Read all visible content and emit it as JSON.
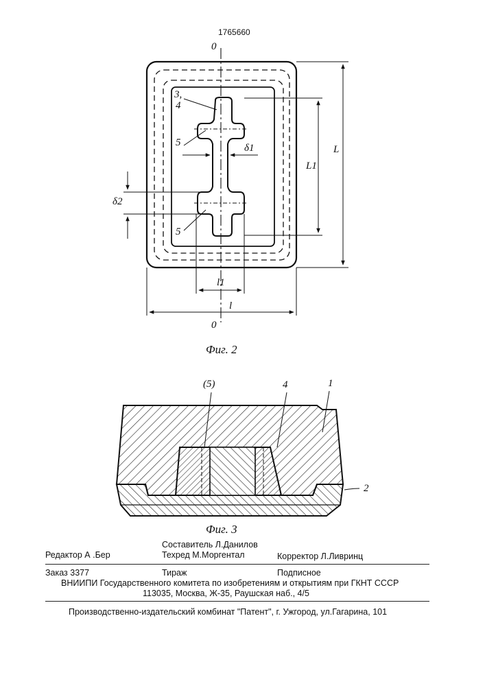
{
  "document": {
    "number": "1765660"
  },
  "fig2": {
    "caption": "Фиг. 2",
    "axis_top": "0",
    "axis_bottom": "0",
    "labels": {
      "parts_3_4": "3,",
      "parts_3_4b": "4",
      "part5_upper": "5",
      "part5_lower": "5",
      "delta1": "δ1",
      "delta2": "δ2",
      "L1": "L1",
      "L": "L",
      "l1": "l1",
      "l": "l"
    }
  },
  "fig3": {
    "caption": "Фиг. 3",
    "labels": {
      "p5": "(5)",
      "p4": "4",
      "p1": "1",
      "p2": "2"
    }
  },
  "imprint": {
    "editor": "Редактор  А .Бер",
    "compiler": "Составитель  Л.Данилов",
    "techred": "Техред М.Моргентал",
    "corrector": "Корректор  Л.Ливринц",
    "order": "Заказ  3377",
    "circulation": "Тираж",
    "subscription": "Подписное",
    "institute": "ВНИИПИ Государственного комитета по изобретениям и открытиям при ГКНТ СССР",
    "address": "113035, Москва, Ж-35, Раушская наб., 4/5",
    "publisher": "Производственно-издательский комбинат \"Патент\", г. Ужгород, ул.Гагарина, 101"
  }
}
